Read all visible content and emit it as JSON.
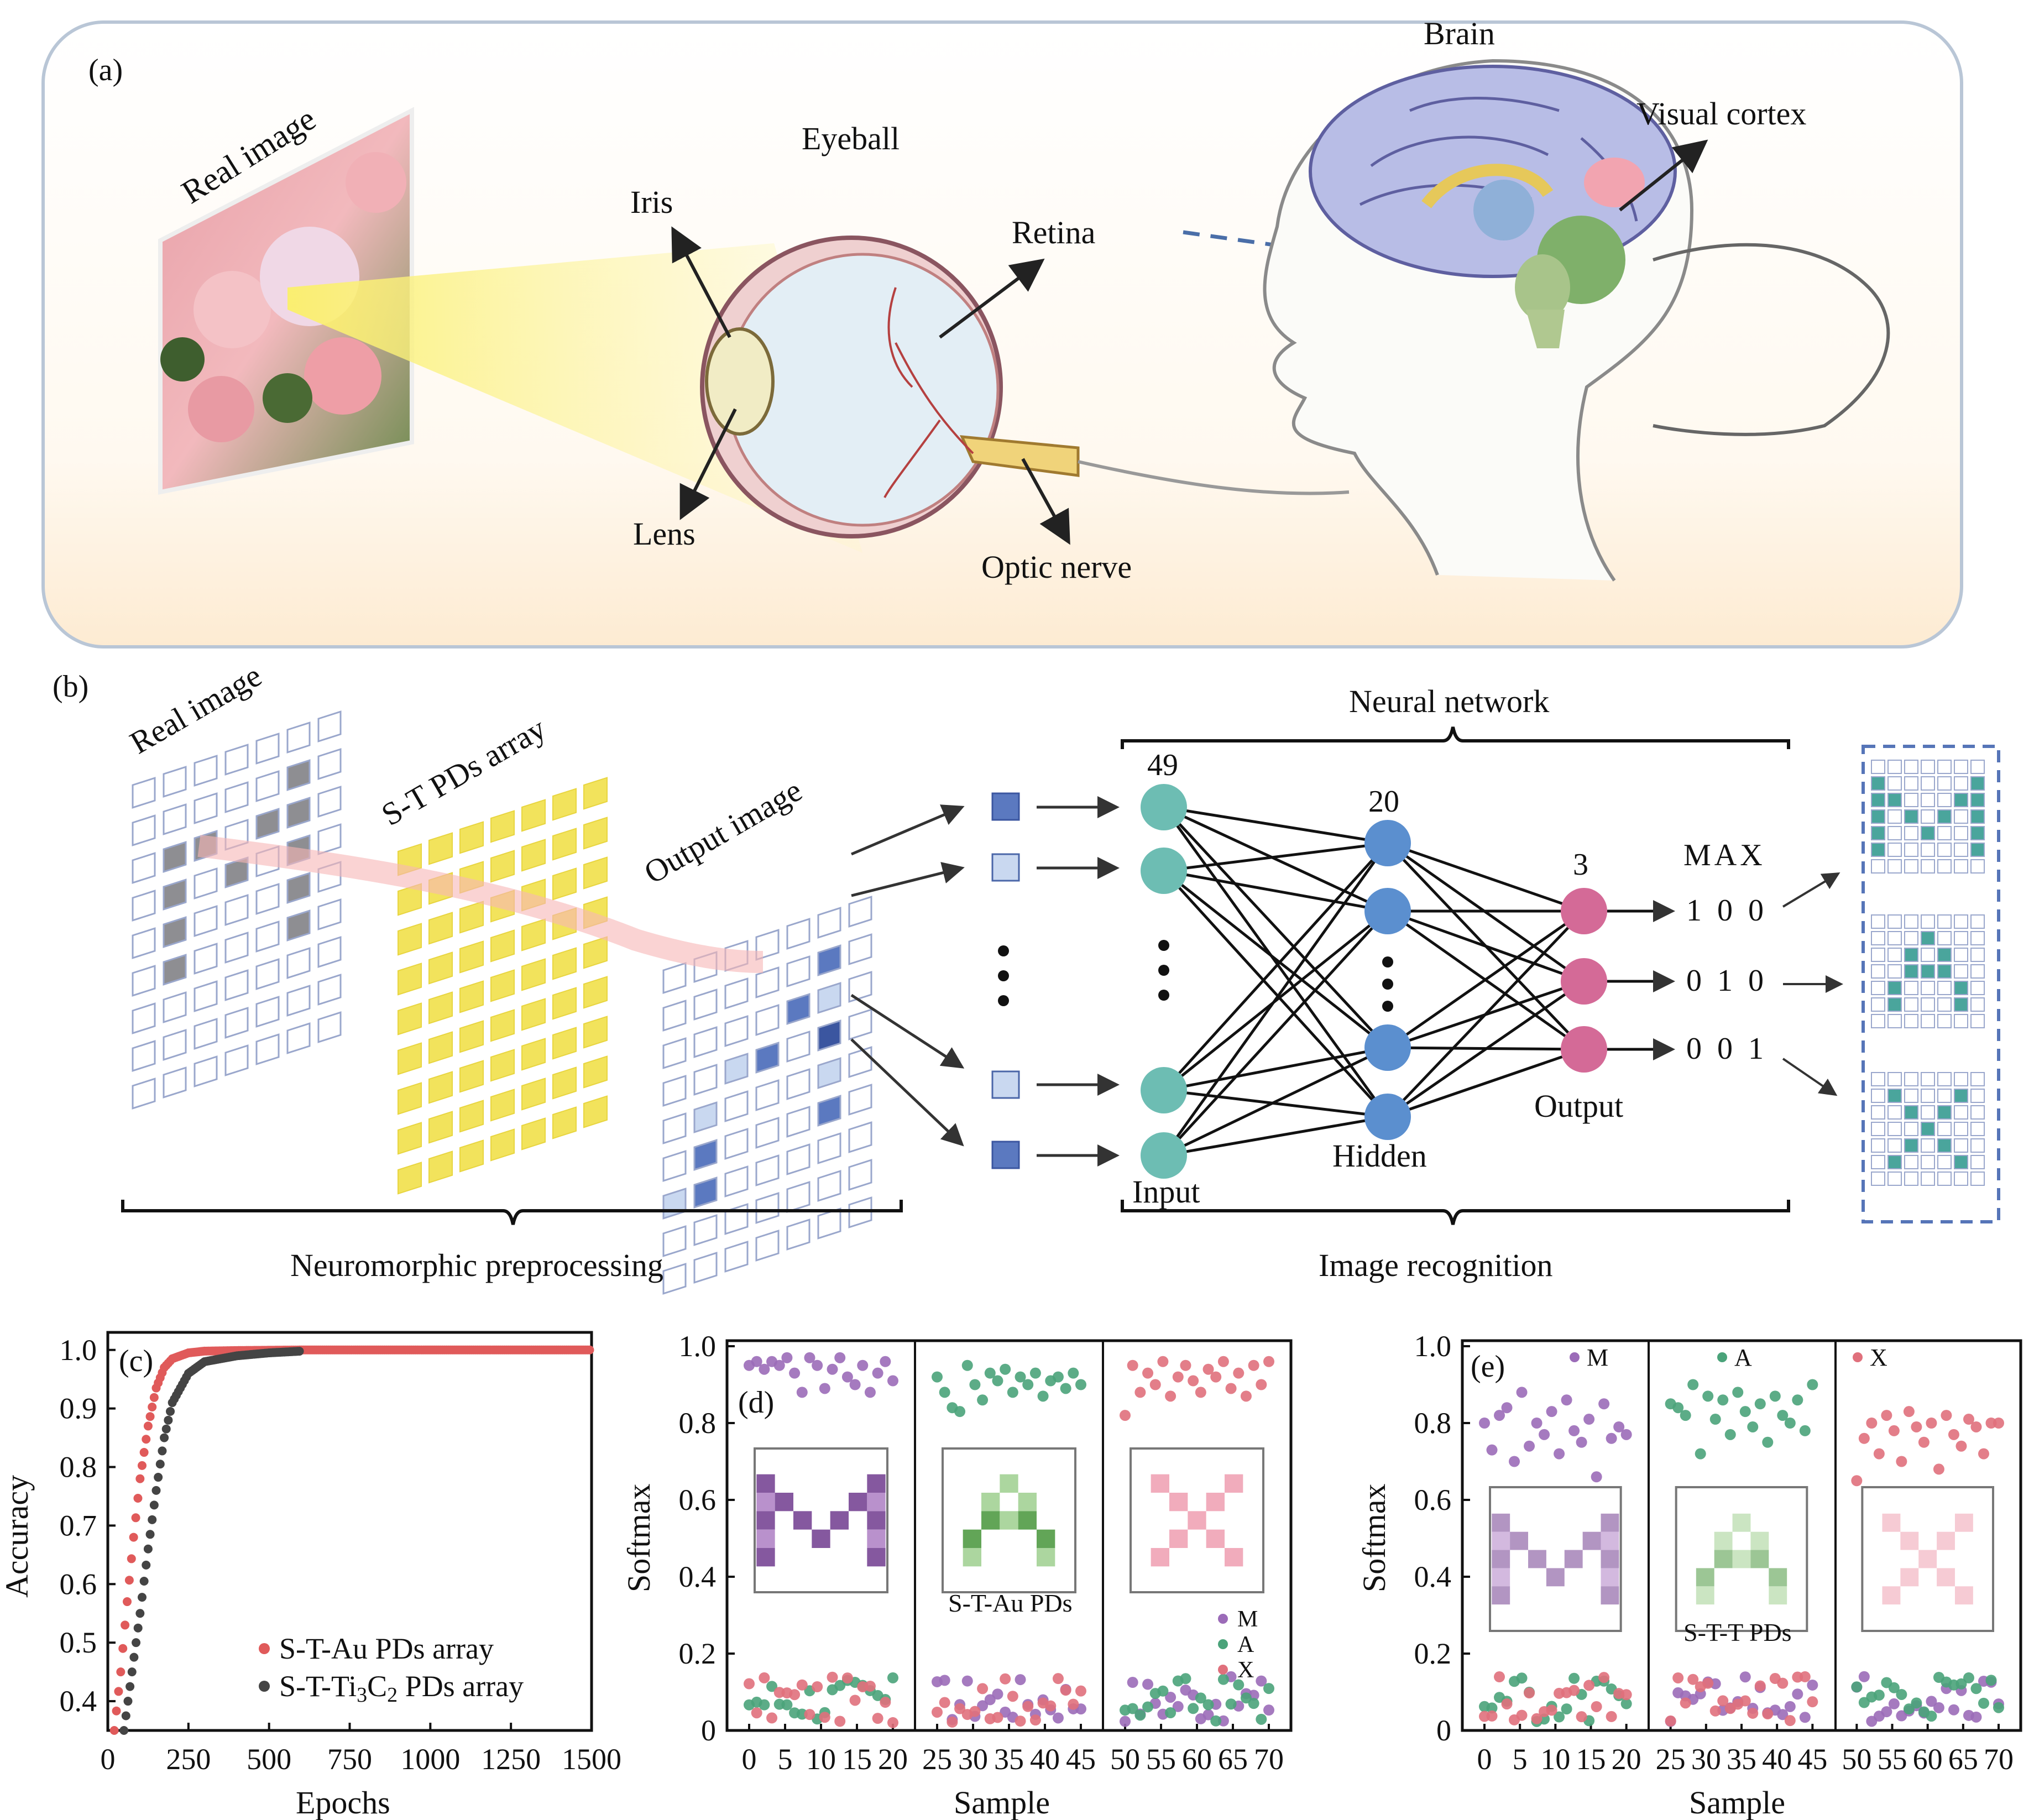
{
  "panel_a": {
    "label": "(a)",
    "real_image": "Real image",
    "eyeball": "Eyeball",
    "iris": "Iris",
    "lens": "Lens",
    "retina": "Retina",
    "optic_nerve": "Optic nerve",
    "brain": "Brain",
    "visual_cortex": "Visual cortex"
  },
  "panel_b": {
    "label": "(b)",
    "real_image": "Real image",
    "pd_array": "S-T PDs array",
    "output_image": "Output image",
    "neural_network": "Neural network",
    "layer_input_count": "49",
    "layer_hidden_count": "20",
    "layer_output_count": "3",
    "input": "Input",
    "hidden": "Hidden",
    "output": "Output",
    "max": "MAX",
    "codes": [
      "1  0  0",
      "0  1  0",
      "0  0  1"
    ],
    "preprocessing": "Neuromorphic preprocessing",
    "recognition": "Image recognition"
  },
  "chart_data": [
    {
      "panel": "(c)",
      "type": "scatter",
      "xlabel": "Epochs",
      "ylabel": "Accuracy",
      "xlim": [
        0,
        1500
      ],
      "ylim": [
        0.35,
        1.03
      ],
      "xticks": [
        "0",
        "250",
        "500",
        "750",
        "1000",
        "1250",
        "1500"
      ],
      "yticks": [
        "0.4",
        "0.5",
        "0.6",
        "0.7",
        "0.8",
        "0.9",
        "1.0"
      ],
      "legend": "bottom-right",
      "series": [
        {
          "name": "S-T-Au PDs array",
          "color": "#e05a5a",
          "points": [
            [
              20,
              0.35
            ],
            [
              40,
              0.45
            ],
            [
              60,
              0.57
            ],
            [
              80,
              0.68
            ],
            [
              100,
              0.78
            ],
            [
              125,
              0.87
            ],
            [
              150,
              0.935
            ],
            [
              175,
              0.97
            ],
            [
              200,
              0.985
            ],
            [
              250,
              0.995
            ],
            [
              300,
              0.998
            ],
            [
              400,
              0.999
            ],
            [
              600,
              1.0
            ],
            [
              1500,
              1.0
            ]
          ]
        },
        {
          "name": "S-T-Ti3C2 PDs array",
          "color": "#444444",
          "points": [
            [
              50,
              0.35
            ],
            [
              75,
              0.45
            ],
            [
              100,
              0.55
            ],
            [
              125,
              0.66
            ],
            [
              150,
              0.76
            ],
            [
              175,
              0.85
            ],
            [
              200,
              0.91
            ],
            [
              250,
              0.96
            ],
            [
              300,
              0.98
            ],
            [
              400,
              0.99
            ],
            [
              500,
              0.995
            ],
            [
              600,
              0.998
            ]
          ]
        }
      ]
    },
    {
      "panel": "(d)",
      "type": "scatter",
      "xlabel": "Sample",
      "ylabel": "Softmax",
      "ylim": [
        0,
        1.0
      ],
      "yticks": [
        "0",
        "0.2",
        "0.4",
        "0.6",
        "0.8",
        "1.0"
      ],
      "x_groups": [
        [
          "0",
          "5",
          "10",
          "15",
          "20"
        ],
        [
          "25",
          "30",
          "35",
          "40",
          "45"
        ],
        [
          "50",
          "55",
          "60",
          "65",
          "70"
        ]
      ],
      "inset_label": "S-T-Au PDs",
      "legend": [
        "M",
        "A",
        "X"
      ],
      "series": [
        {
          "name": "M",
          "color": "#9b6bb8",
          "high": [
            0.95,
            0.96,
            0.94,
            0.96,
            0.95,
            0.97,
            0.93,
            0.88,
            0.97,
            0.95,
            0.89,
            0.94,
            0.97,
            0.92,
            0.9,
            0.95,
            0.88,
            0.93,
            0.96,
            0.91
          ],
          "low_group": 0
        },
        {
          "name": "A",
          "color": "#4aa37a",
          "high": [
            0.92,
            0.88,
            0.84,
            0.83,
            0.95,
            0.9,
            0.86,
            0.93,
            0.91,
            0.94,
            0.88,
            0.92,
            0.9,
            0.93,
            0.87,
            0.91,
            0.92,
            0.89,
            0.93,
            0.9
          ],
          "low_group": 1
        },
        {
          "name": "X",
          "color": "#e0707c",
          "high": [
            0.82,
            0.95,
            0.88,
            0.93,
            0.9,
            0.96,
            0.87,
            0.92,
            0.95,
            0.91,
            0.88,
            0.94,
            0.92,
            0.96,
            0.89,
            0.93,
            0.87,
            0.95,
            0.9,
            0.96
          ],
          "low_group": 2
        }
      ]
    },
    {
      "panel": "(e)",
      "type": "scatter",
      "xlabel": "Sample",
      "ylabel": "Softmax",
      "ylim": [
        0,
        1.0
      ],
      "yticks": [
        "0",
        "0.2",
        "0.4",
        "0.6",
        "0.8",
        "1.0"
      ],
      "x_groups": [
        [
          "0",
          "5",
          "10",
          "15",
          "20"
        ],
        [
          "25",
          "30",
          "35",
          "40",
          "45"
        ],
        [
          "50",
          "55",
          "60",
          "65",
          "70"
        ]
      ],
      "inset_label": "S-T-T PDs",
      "series": [
        {
          "name": "M",
          "color": "#9b6bb8",
          "high": [
            0.8,
            0.73,
            0.82,
            0.84,
            0.7,
            0.88,
            0.74,
            0.8,
            0.77,
            0.83,
            0.72,
            0.86,
            0.78,
            0.75,
            0.81,
            0.66,
            0.85,
            0.76,
            0.79,
            0.77
          ],
          "low_group": 0
        },
        {
          "name": "A",
          "color": "#4aa37a",
          "high": [
            0.85,
            0.84,
            0.82,
            0.9,
            0.72,
            0.87,
            0.81,
            0.86,
            0.77,
            0.88,
            0.83,
            0.79,
            0.85,
            0.75,
            0.87,
            0.82,
            0.8,
            0.86,
            0.78,
            0.9
          ],
          "low_group": 1
        },
        {
          "name": "X",
          "color": "#e0707c",
          "high": [
            0.65,
            0.76,
            0.8,
            0.72,
            0.82,
            0.78,
            0.7,
            0.83,
            0.79,
            0.75,
            0.8,
            0.68,
            0.82,
            0.77,
            0.74,
            0.81,
            0.79,
            0.72,
            0.8,
            0.8
          ],
          "low_group": 2
        }
      ]
    }
  ]
}
